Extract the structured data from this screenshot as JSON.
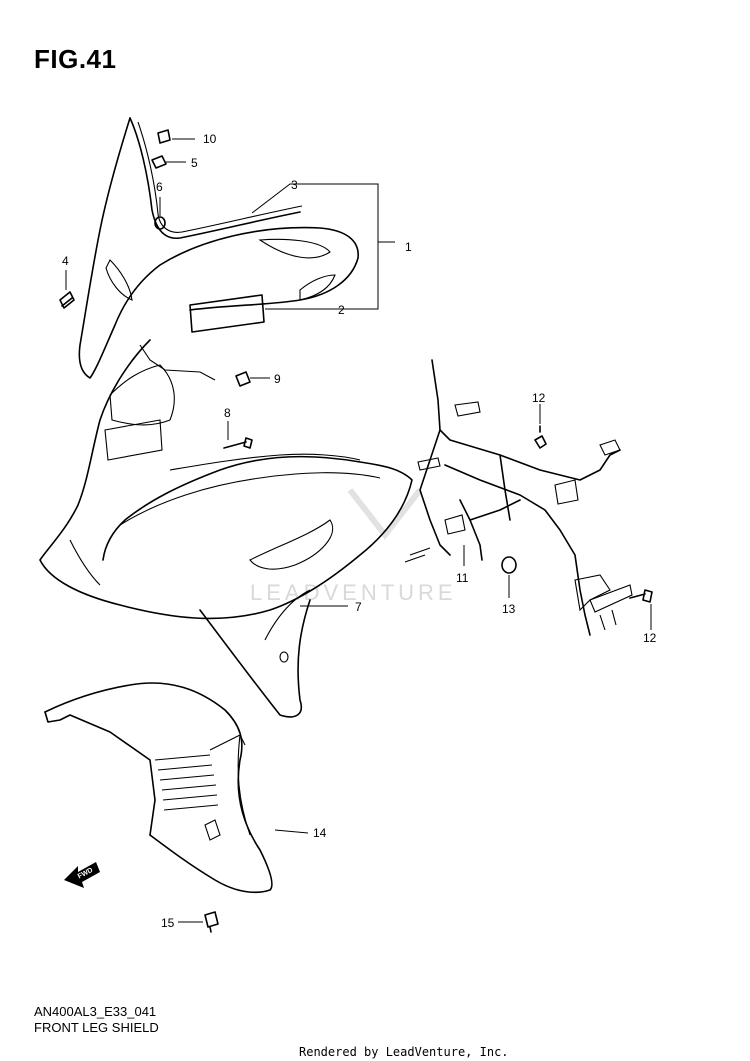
{
  "figure": {
    "title": "FIG.41",
    "model_code": "AN400AL3_E33_041",
    "caption": "FRONT LEG SHIELD",
    "credit": "Rendered by LeadVenture, Inc.",
    "watermark": "LEADVENTURE",
    "fwd_label": "FWD"
  },
  "callouts": [
    {
      "id": "1",
      "label": "1"
    },
    {
      "id": "2",
      "label": "2"
    },
    {
      "id": "3",
      "label": "3"
    },
    {
      "id": "4",
      "label": "4"
    },
    {
      "id": "5",
      "label": "5"
    },
    {
      "id": "6",
      "label": "6"
    },
    {
      "id": "7",
      "label": "7"
    },
    {
      "id": "8",
      "label": "8"
    },
    {
      "id": "9",
      "label": "9"
    },
    {
      "id": "10",
      "label": "10"
    },
    {
      "id": "11",
      "label": "11"
    },
    {
      "id": "12a",
      "label": "12"
    },
    {
      "id": "12b",
      "label": "12"
    },
    {
      "id": "13",
      "label": "13"
    },
    {
      "id": "14",
      "label": "14"
    },
    {
      "id": "15",
      "label": "15"
    }
  ]
}
